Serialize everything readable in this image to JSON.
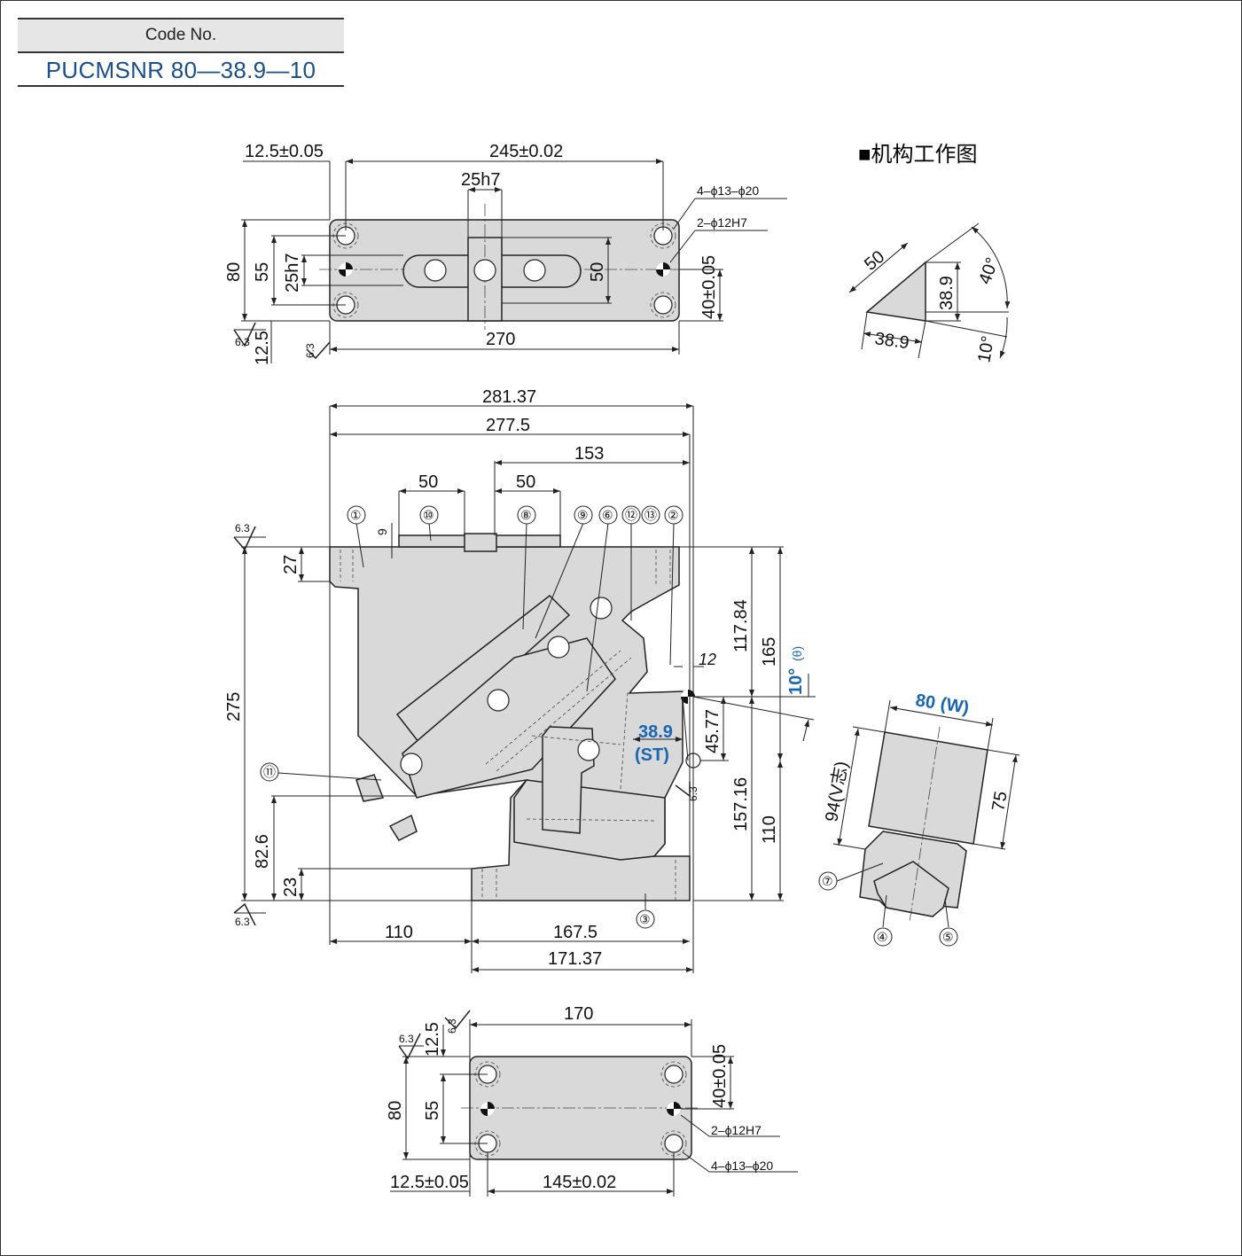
{
  "code_box": {
    "label": "Code No.",
    "value": "PUCMSNR 80—38.9—10"
  },
  "top_view": {
    "dims": {
      "d_12_5_top": "12.5±0.05",
      "d_245": "245±0.02",
      "d_25h7_top": "25h7",
      "d_holes_a": "4–ϕ13–ϕ20",
      "d_holes_b": "2–ϕ12H7",
      "d_80": "80",
      "d_55": "55",
      "d_25h7_side": "25h7",
      "d_50": "50",
      "d_40": "40±0.05",
      "d_12_5_bottom": "12.5",
      "d_270": "270",
      "rough_a": "6.3",
      "rough_b": "6.3"
    }
  },
  "mechanism": {
    "title": "■机构工作图",
    "dims": {
      "hyp": "50",
      "vert": "38.9",
      "horiz": "38.9",
      "angle_big": "40°",
      "angle_small": "10°"
    }
  },
  "front_view": {
    "dims": {
      "d_281_37": "281.37",
      "d_277_5": "277.5",
      "d_153": "153",
      "d_50_a": "50",
      "d_50_b": "50",
      "d_9": "9",
      "d_27": "27",
      "d_275": "275",
      "d_82_6": "82.6",
      "d_23": "23",
      "d_117_84": "117.84",
      "d_165": "165",
      "d_theta_deg": "10°",
      "d_theta_sym": "(θ)",
      "d_12": "12",
      "d_45_77": "45.77",
      "d_st_val": "38.9",
      "d_st_sym": "(ST)",
      "d_157_16": "157.16",
      "d_110_v": "110",
      "d_110_h": "110",
      "d_167_5": "167.5",
      "d_171_37": "171.37",
      "rough_a": "6.3",
      "rough_b": "6.3",
      "rough_c": "6.3"
    },
    "callouts": [
      "①",
      "⑩",
      "⑧",
      "⑨",
      "⑥",
      "⑫",
      "⑬",
      "②",
      "⑪",
      "③"
    ]
  },
  "side_view": {
    "dims": {
      "w_val": "80",
      "w_sym": "(W)",
      "d_94": "94(V志)",
      "d_75": "75"
    },
    "callouts": [
      "⑦",
      "④",
      "⑤"
    ]
  },
  "bottom_view": {
    "dims": {
      "d_170": "170",
      "d_12_5": "12.5",
      "d_80": "80",
      "d_55": "55",
      "d_40": "40±0.05",
      "d_holes_b": "2–ϕ12H7",
      "d_holes_a": "4–ϕ13–ϕ20",
      "d_12_5_b": "12.5±0.05",
      "d_145": "145±0.02",
      "rough_a": "6.3",
      "rough_b": "6.3"
    }
  }
}
